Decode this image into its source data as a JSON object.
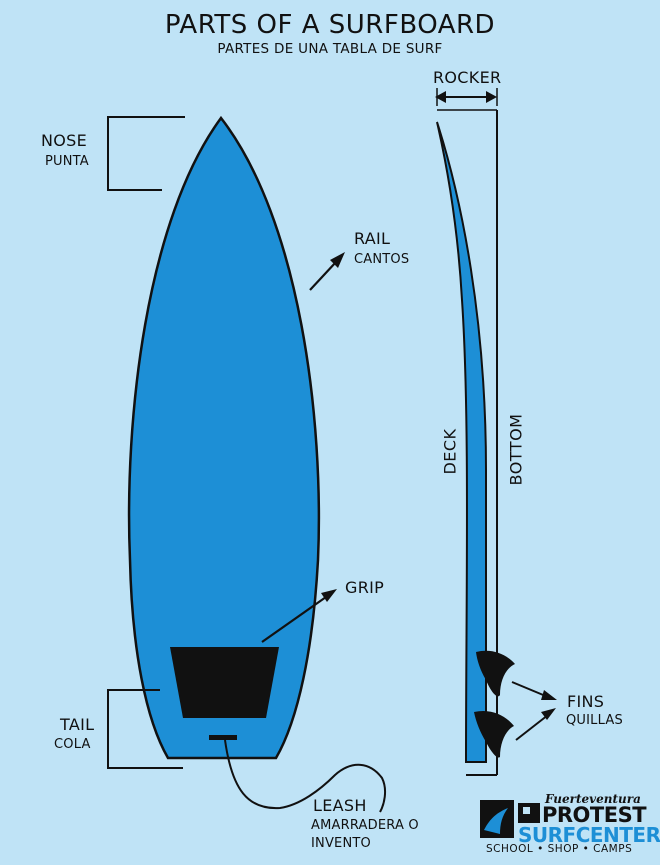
{
  "title": "PARTS OF A SURFBOARD",
  "subtitle": "PARTES DE UNA TABLA DE SURF",
  "parts": {
    "nose": {
      "en": "NOSE",
      "es": "PUNTA"
    },
    "rail": {
      "en": "RAIL",
      "es": "CANTOS"
    },
    "grip": {
      "en": "GRIP"
    },
    "tail": {
      "en": "TAIL",
      "es": "COLA"
    },
    "leash": {
      "en": "LEASH",
      "es_line1": "AMARRADERA O",
      "es_line2": "INVENTO"
    },
    "rocker": {
      "en": "ROCKER"
    },
    "deck": {
      "en": "DECK"
    },
    "bottom": {
      "en": "BOTTOM"
    },
    "fins": {
      "en": "FINS",
      "es": "QUILLAS"
    }
  },
  "logo": {
    "top": "Fuerteventura",
    "brand": "PROTEST",
    "name": "SURFCENTER",
    "tagline": "SCHOOL • SHOP • CAMPS"
  },
  "colors": {
    "background": "#bfe3f6",
    "board": "#1d8fd6",
    "outline": "#111111"
  }
}
